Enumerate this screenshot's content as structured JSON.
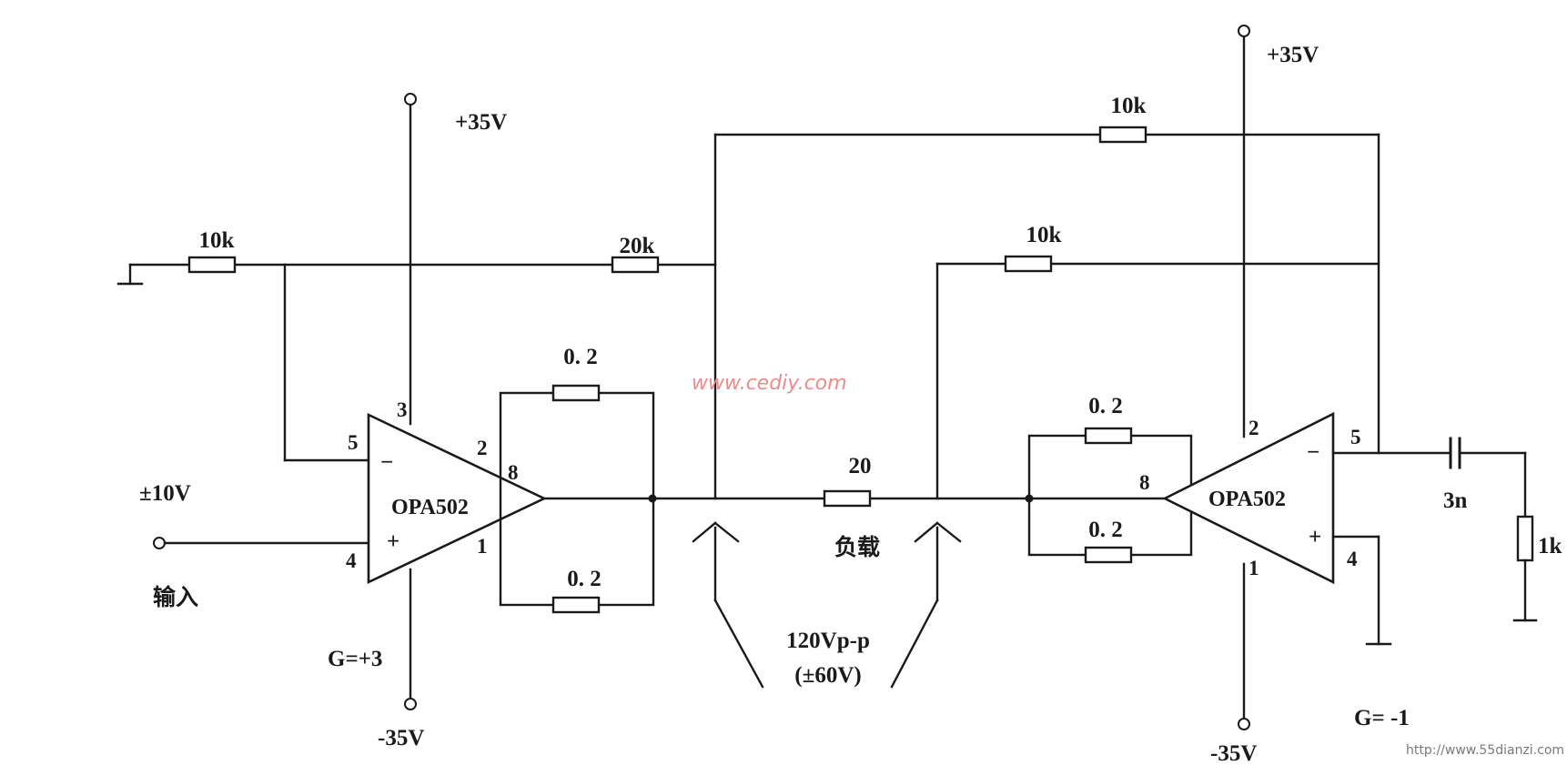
{
  "diagram": {
    "left_stage": {
      "supply_pos": "+35V",
      "supply_neg": "-35V",
      "opamp": "OPA502",
      "pins": {
        "p3": "3",
        "p5": "5",
        "p2": "2",
        "p8": "8",
        "p4": "4",
        "p1": "1",
        "minus": "−",
        "plus": "+"
      },
      "r_ground": "10k",
      "r_feedback": "20k",
      "r_sense_top": "0. 2",
      "r_sense_bottom": "0. 2",
      "input_range": "±10V",
      "input_label": "输入",
      "gain": "G=+3"
    },
    "load": {
      "resistor": "20",
      "label": "负载",
      "voltage": "120Vp-p",
      "voltage_range": "(±60V)"
    },
    "right_stage": {
      "supply_pos": "+35V",
      "supply_neg": "-35V",
      "opamp": "OPA502",
      "pins": {
        "p2": "2",
        "p5": "5",
        "p8": "8",
        "p1": "1",
        "p4": "4",
        "minus": "−",
        "plus": "+"
      },
      "r_top": "10k",
      "r_mid": "10k",
      "r_sense_top": "0. 2",
      "r_sense_bottom": "0. 2",
      "capacitor": "3n",
      "r_snubber": "1k",
      "gain": "G= -1"
    },
    "watermarks": {
      "center": "www.cediy.com",
      "corner": "http://www.55dianzi.com"
    }
  }
}
